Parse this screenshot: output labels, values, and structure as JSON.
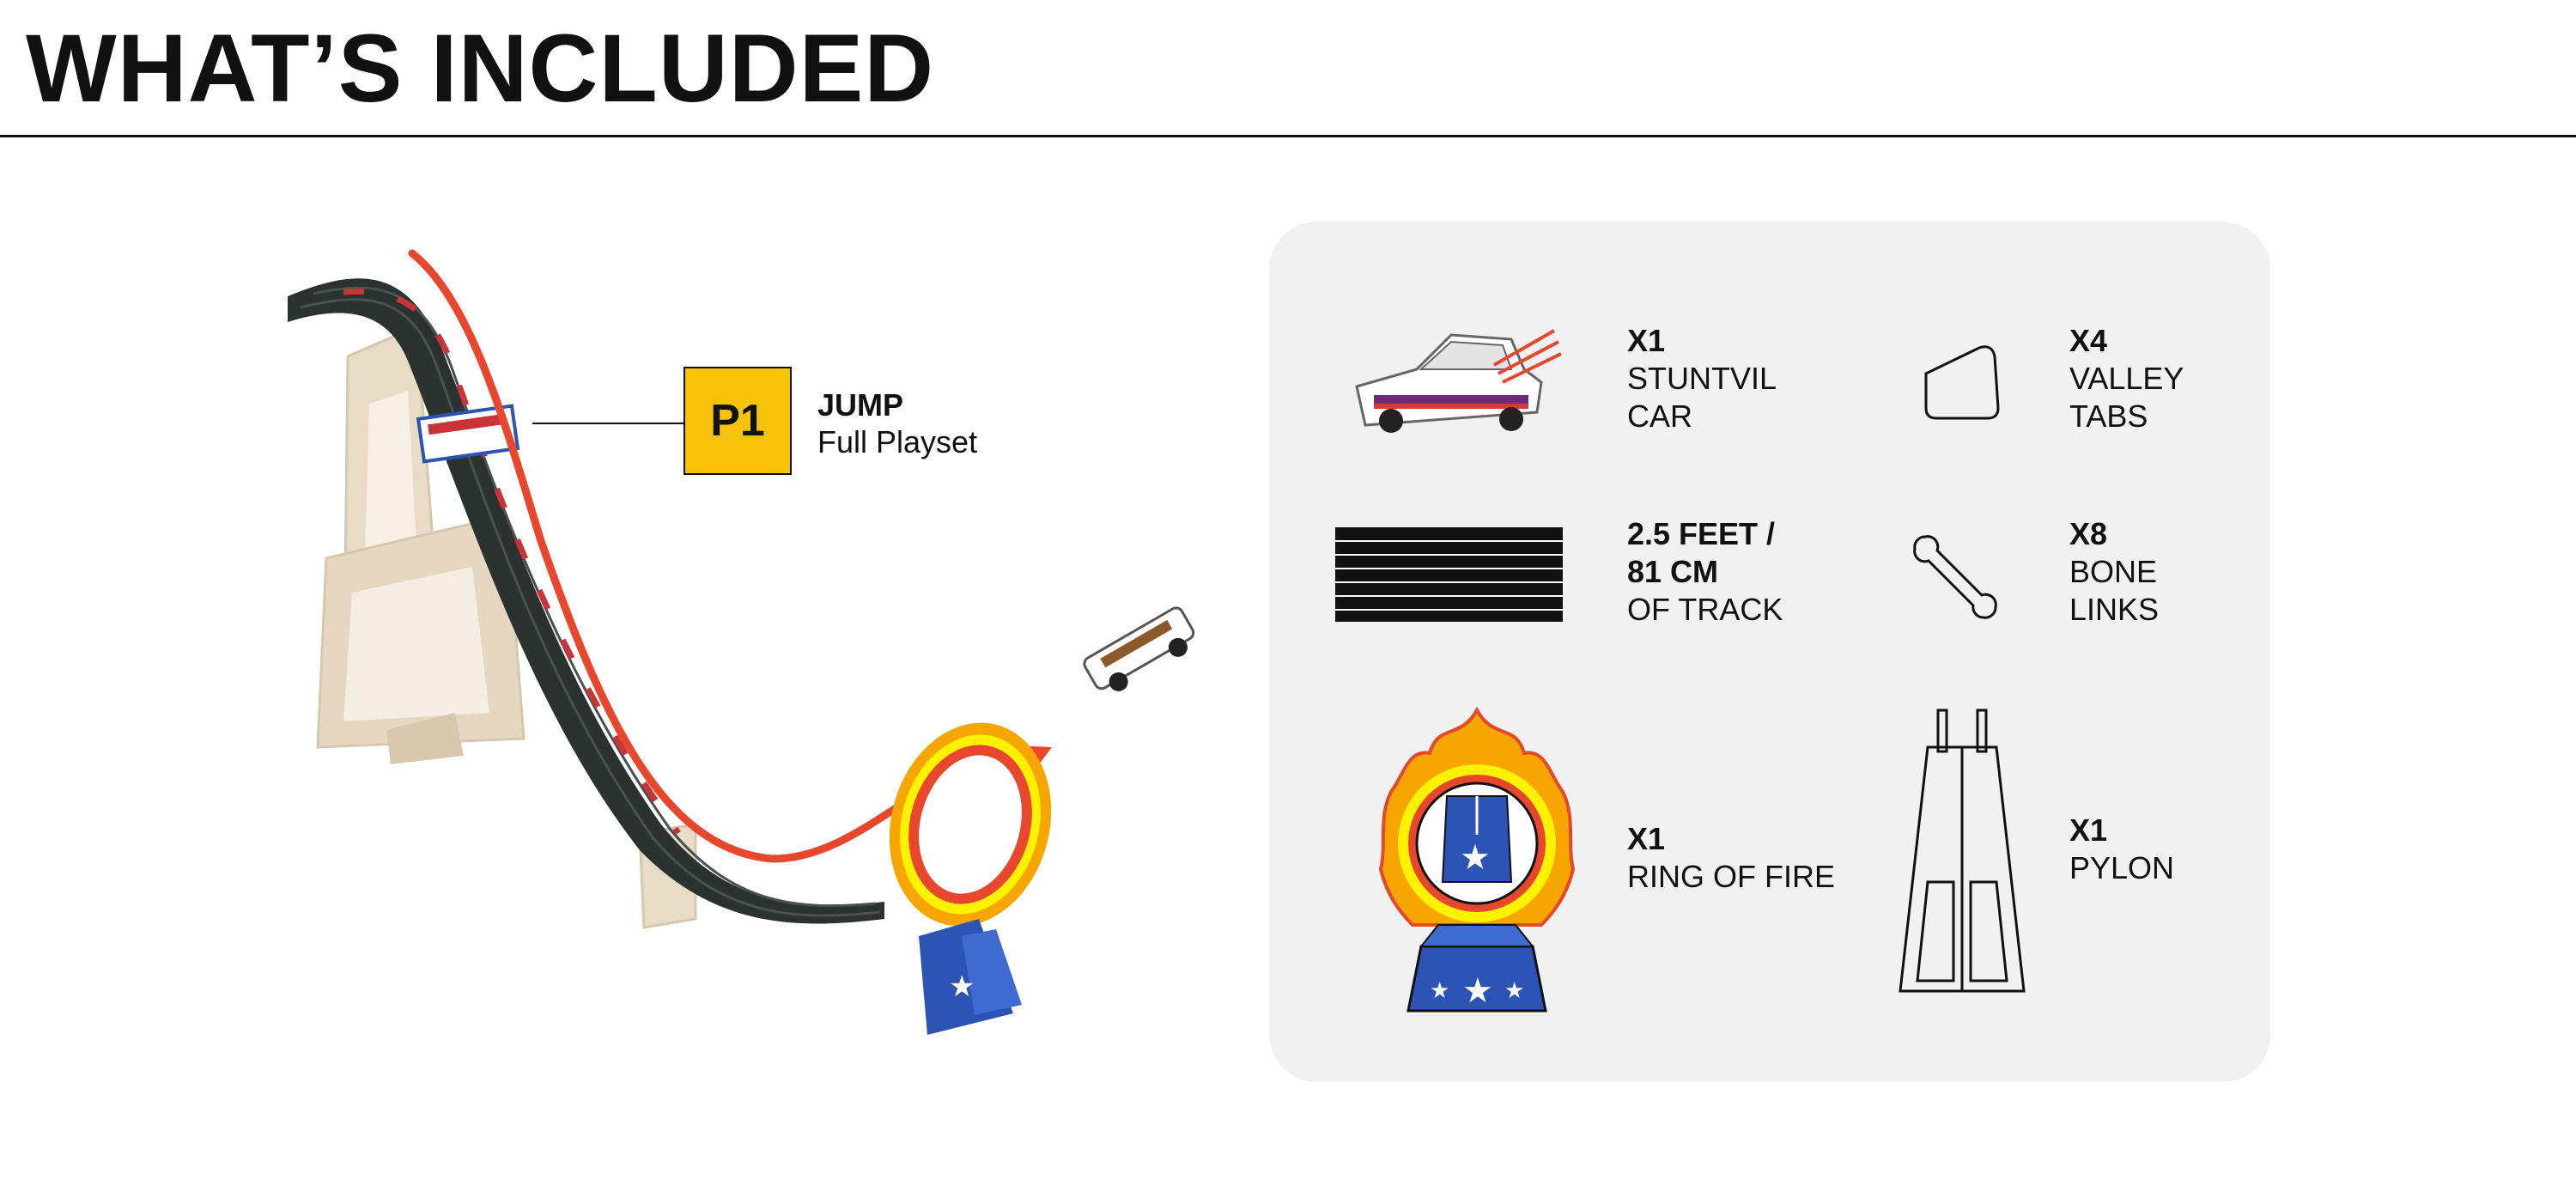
{
  "header": {
    "title": "WHAT’S INCLUDED"
  },
  "playset": {
    "badge_label": "P1",
    "name": "JUMP",
    "description": "Full Playset"
  },
  "items": {
    "car": {
      "qty": "X1",
      "line1": "STUNTVIL",
      "line2": "CAR"
    },
    "valley_tabs": {
      "qty": "X4",
      "line1": "VALLEY",
      "line2": "TABS"
    },
    "track": {
      "bold1": "2.5 FEET /",
      "bold2": "81 CM",
      "line1": "OF TRACK"
    },
    "bone_links": {
      "qty": "X8",
      "line1": "BONE",
      "line2": "LINKS"
    },
    "ring_of_fire": {
      "qty": "X1",
      "line1": "RING OF FIRE"
    },
    "pylon": {
      "qty": "X1",
      "line1": "PYLON"
    }
  },
  "colors": {
    "badge": "#f7c30a",
    "track": "#2b322f",
    "accent_arrow": "#e8472e",
    "panel": "#f1f1f1",
    "flame_outer": "#f7a500",
    "flame_inner": "#e8472e",
    "star_blue": "#2c54b4",
    "wood": "#e8dcc6"
  }
}
